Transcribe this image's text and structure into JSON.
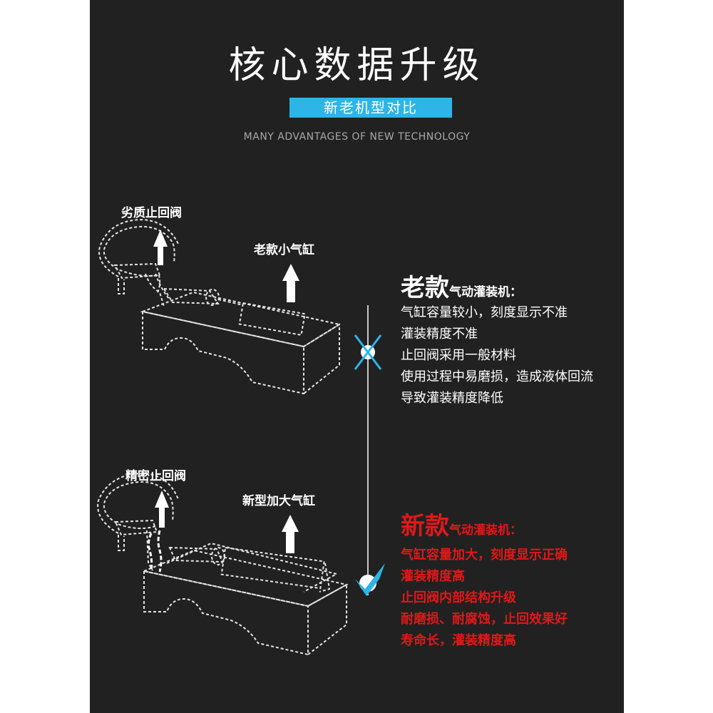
{
  "header": {
    "title": "核心数据升级",
    "badge": "新老机型对比",
    "subtitle": "MANY ADVANTAGES OF NEW TECHNOLOGY"
  },
  "old_model": {
    "valve_label": "劣质止回阀",
    "cylinder_label": "老款小气缸",
    "heading_big": "老款",
    "heading_small": "气动灌装机：",
    "points": [
      "气缸容量较小，刻度显示不准",
      "灌装精度不准",
      "止回阀采用一般材料",
      "使用过程中易磨损，造成液体回流",
      "导致灌装精度降低"
    ]
  },
  "new_model": {
    "valve_label": "精密止回阀",
    "cylinder_label": "新型加大气缸",
    "heading_big": "新款",
    "heading_small": "气动灌装机：",
    "points": [
      "气缸容量加大，刻度显示正确",
      "灌装精度高",
      "止回阀内部结构升级",
      "耐磨损、耐腐蚀，止回效果好",
      "寿命长，灌装精度高"
    ]
  },
  "colors": {
    "background": "#212121",
    "accent": "#2db5e8",
    "new_text": "#e01818",
    "old_text": "#ffffff"
  },
  "icons": {
    "old_marker": "cross-icon",
    "new_marker": "check-icon"
  }
}
